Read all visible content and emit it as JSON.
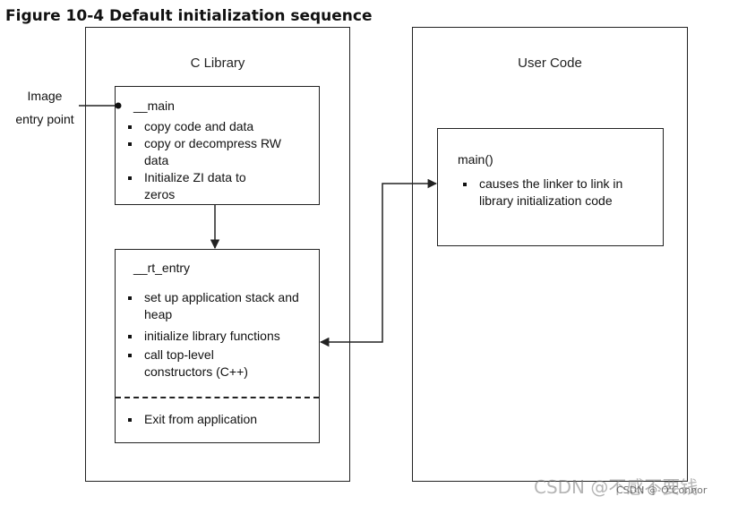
{
  "figure_title": "Figure 10-4 Default initialization sequence",
  "c_library": {
    "title": "C Library",
    "main_box": {
      "name": "__main",
      "items": [
        "copy code and data",
        "copy or decompress RW data",
        "Initialize ZI data to zeros"
      ]
    },
    "rt_entry_box": {
      "name": "__rt_entry",
      "items": [
        "set up application stack and heap",
        "initialize library functions",
        "call top-level constructors (C++)"
      ],
      "exit_items": [
        "Exit from application"
      ]
    }
  },
  "user_code": {
    "title": "User Code",
    "main_func_box": {
      "name": "main()",
      "items": [
        "causes the linker to link in library initialization code"
      ]
    }
  },
  "image_entry_point": {
    "line1": "Image",
    "line2": "entry point"
  },
  "watermark": {
    "large": "CSDN @不感不要钱",
    "small": "CSDN @-O'Connor"
  }
}
